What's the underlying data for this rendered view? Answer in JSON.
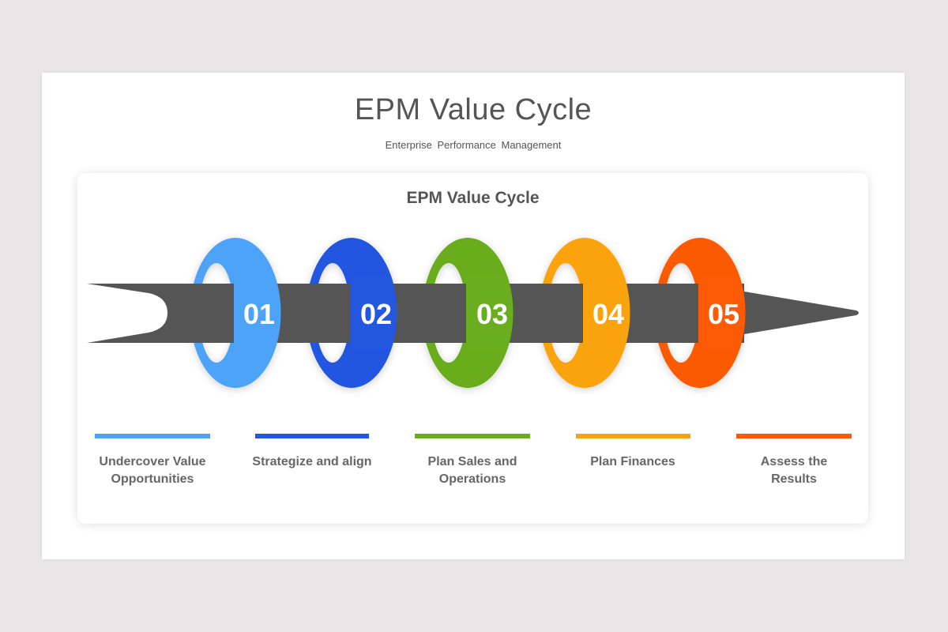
{
  "slide": {
    "title": "EPM Value Cycle",
    "subtitle": "Enterprise Performance Management"
  },
  "card": {
    "title": "EPM Value Cycle"
  },
  "arrow": {
    "color": "#555555",
    "icon": "arrow-right-icon"
  },
  "steps": [
    {
      "number": "01",
      "label": "Undercover Value Opportunities",
      "color": "#4da3f7"
    },
    {
      "number": "02",
      "label": "Strategize and align",
      "color": "#2457e0"
    },
    {
      "number": "03",
      "label": "Plan Sales and Operations",
      "color": "#6aad1e"
    },
    {
      "number": "04",
      "label": "Plan Finances",
      "color": "#fba30e"
    },
    {
      "number": "05",
      "label": "Assess the Results",
      "color": "#fc5a05"
    }
  ]
}
